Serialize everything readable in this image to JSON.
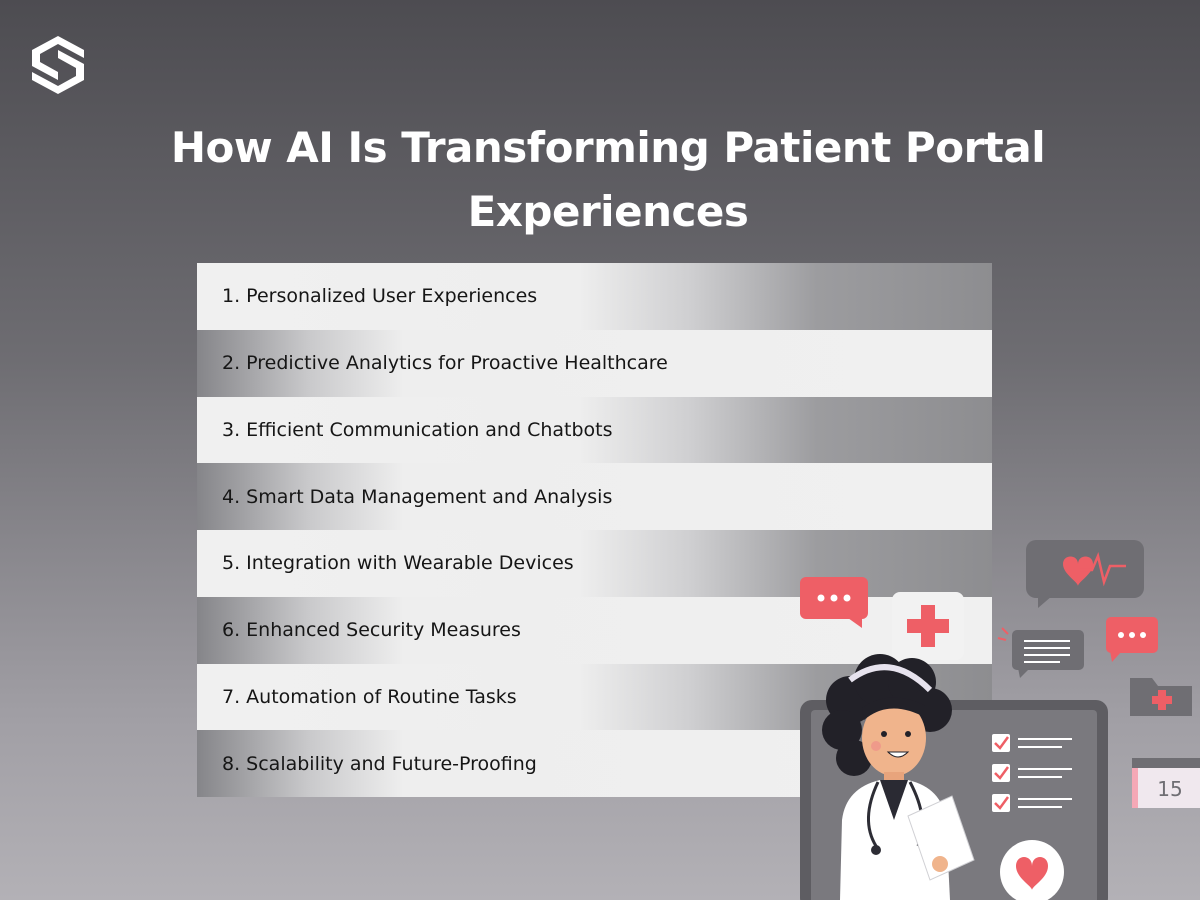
{
  "title_line1": "How AI Is Transforming Patient Portal",
  "title_line2": "Experiences",
  "items": [
    "1. Personalized User Experiences",
    "2. Predictive Analytics for Proactive Healthcare",
    "3. Efficient Communication and Chatbots",
    "4. Smart Data Management and Analysis",
    "5. Integration with Wearable Devices",
    "6. Enhanced Security Measures",
    "7. Automation of Routine Tasks",
    "8. Scalability and Future-Proofing"
  ],
  "calendar_day": "15",
  "colors": {
    "accent": "#ee5f66",
    "bubble_gray": "#6f6e73",
    "tablet": "#6d6c70"
  },
  "icons": [
    "logo-icon",
    "heartbeat-bubble-icon",
    "chat-dots-icon",
    "medical-cross-bubble-icon",
    "text-message-icon",
    "medical-folder-icon",
    "calendar-icon",
    "heart-icon",
    "checkbox-icon",
    "doctor-illustration"
  ]
}
